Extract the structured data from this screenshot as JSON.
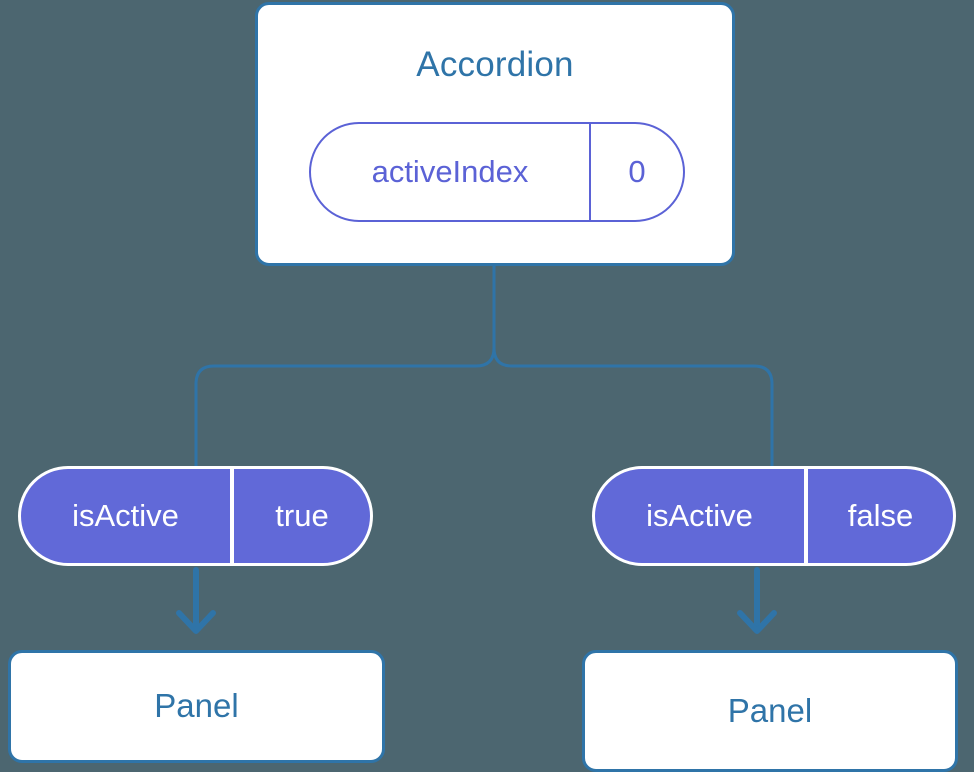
{
  "diagram": {
    "type": "component-state-tree",
    "background_color": "#4c6670",
    "accent_blue": "#2f74a8",
    "accent_purple": "#5b62d6",
    "pill_fill_purple": "#6169d8",
    "root": {
      "title": "Accordion",
      "prop": {
        "key": "activeIndex",
        "value": "0"
      }
    },
    "children": [
      {
        "prop": {
          "key": "isActive",
          "value": "true"
        },
        "node": {
          "title": "Panel"
        }
      },
      {
        "prop": {
          "key": "isActive",
          "value": "false"
        },
        "node": {
          "title": "Panel"
        }
      }
    ]
  }
}
